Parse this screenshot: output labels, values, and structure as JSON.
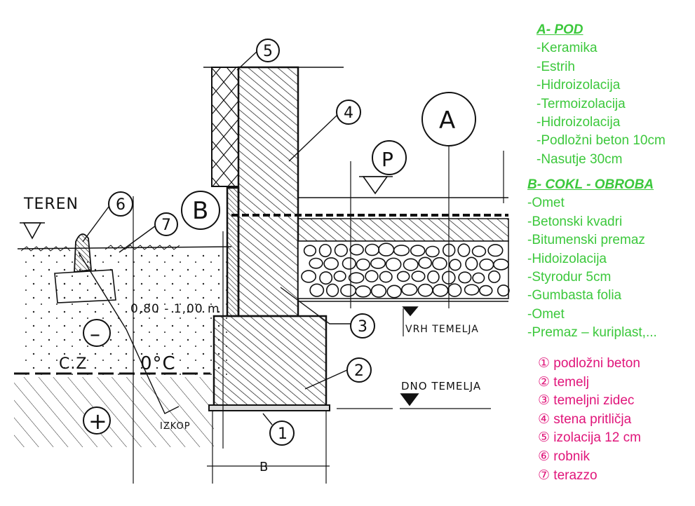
{
  "legend_a": {
    "heading": "A- POD",
    "items": [
      "-Keramika",
      "-Estrih",
      "-Hidroizolacija",
      "-Termoizolacija",
      "-Hidroizolacija",
      "-Podložni beton 10cm",
      "-Nasutje 30cm"
    ]
  },
  "legend_b": {
    "heading": "B- COKL - OBROBA",
    "items": [
      "-Omet",
      "-Betonski kvadri",
      "-Bitumenski premaz",
      "-Hidoizolacija",
      "-Styrodur 5cm",
      "-Gumbasta folia",
      "-Omet",
      "-Premaz – kuriplast,..."
    ]
  },
  "legend_parts": {
    "items": [
      "① podložni beton",
      "② temelj",
      "③ temeljni zidec",
      "④ stena pritličja",
      "⑤ izolacija 12 cm",
      "⑥ robnik",
      "⑦ terazzo"
    ]
  },
  "drawing": {
    "teren": "TEREN",
    "depth": "0,80 - 1,00 m",
    "cz": "C.Z",
    "zero": "0°C",
    "minus": "–",
    "plus": "+",
    "izkop": "IZKOP",
    "vrh": "VRH TEMELJA",
    "dno": "DNO TEMELJA",
    "b_dim": "B",
    "callout_a": "A",
    "callout_b": "B",
    "callout_p": "P",
    "n1": "1",
    "n2": "2",
    "n3": "3",
    "n4": "4",
    "n5": "5",
    "n6": "6",
    "n7": "7"
  },
  "colors": {
    "green": "#3cc83c",
    "magenta": "#e0157a",
    "ink": "#111111"
  }
}
